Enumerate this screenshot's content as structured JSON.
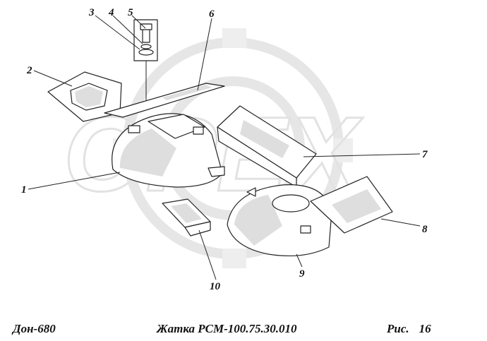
{
  "callouts": [
    "1",
    "2",
    "3",
    "4",
    "5",
    "6",
    "7",
    "8",
    "9",
    "10"
  ],
  "footer": {
    "model": "Дон-680",
    "assembly": "Жатка РСМ-100.75.30.010",
    "fig_label": "Рис.",
    "fig_number": "16"
  },
  "watermark": {
    "text": "OPEX",
    "color": "#e2e2e2"
  },
  "colors": {
    "line": "#222222",
    "background": "#ffffff"
  }
}
